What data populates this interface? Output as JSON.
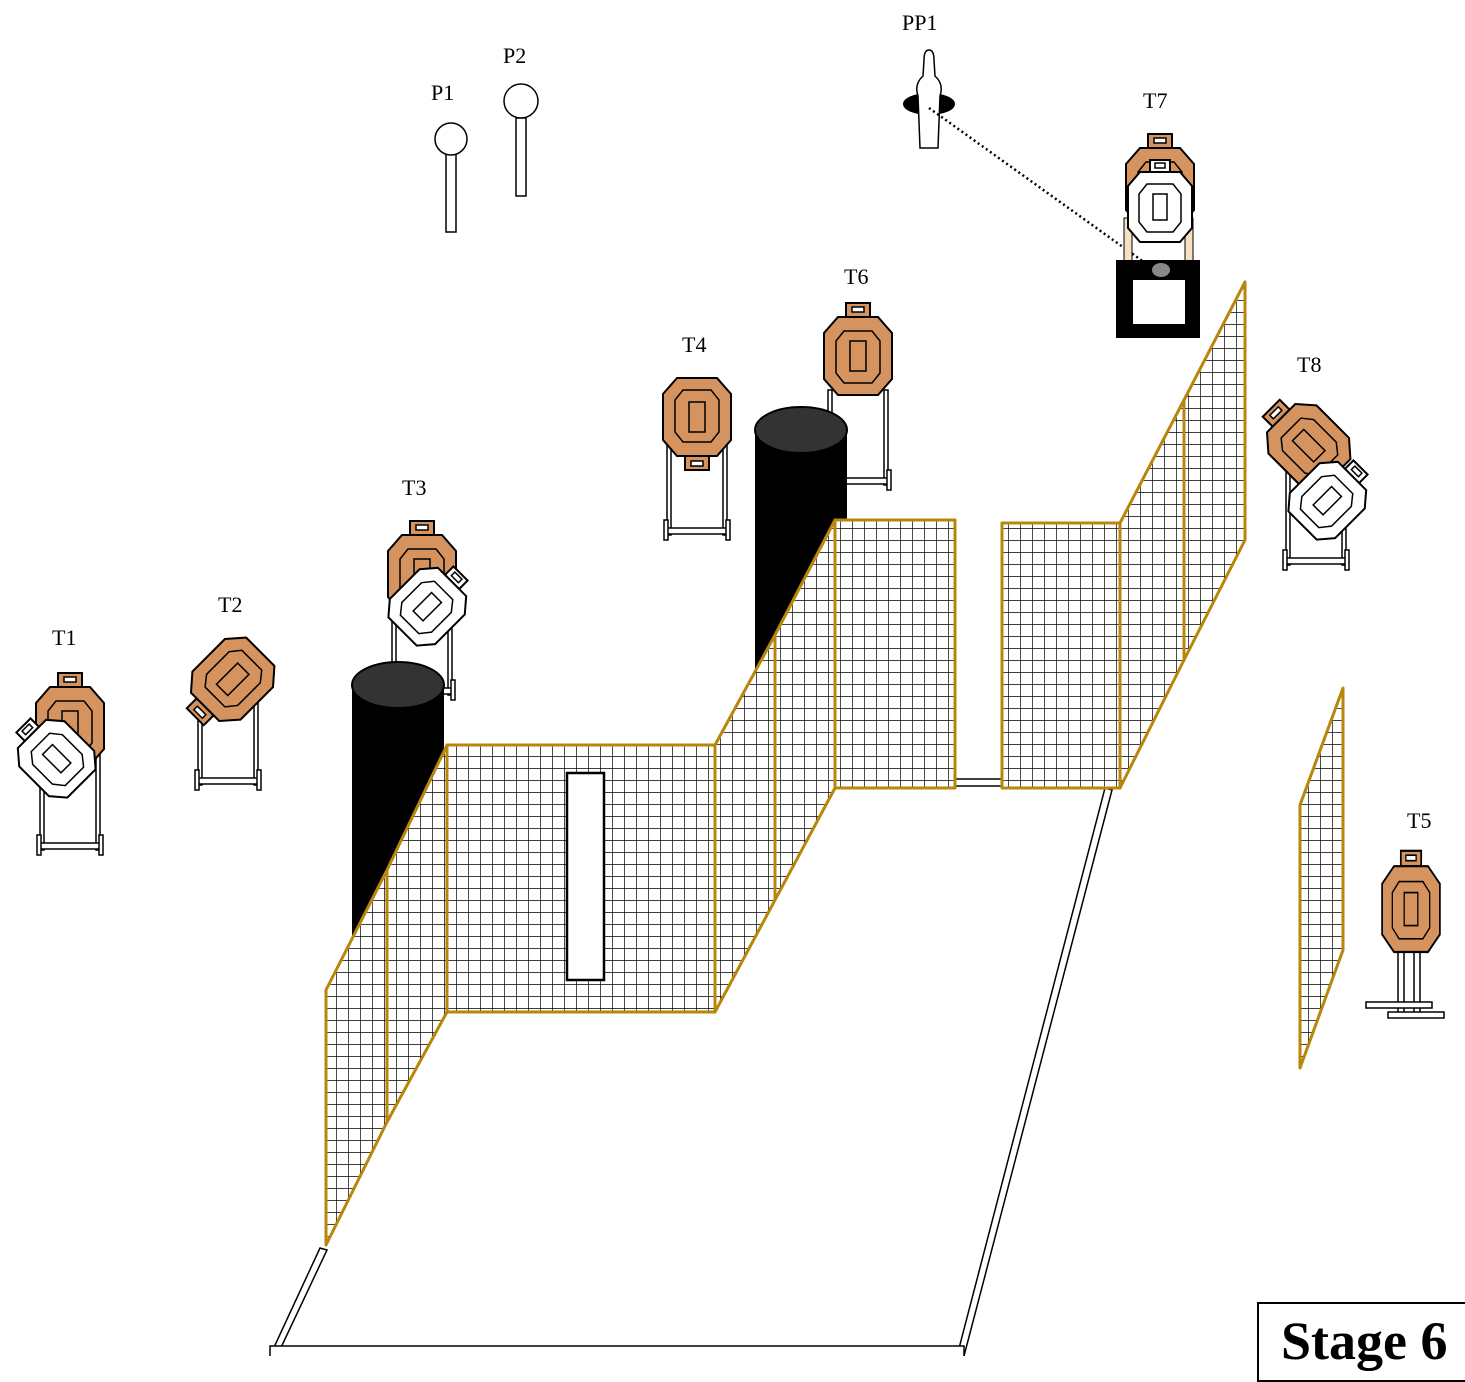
{
  "title": "Stage 6",
  "labels": {
    "T1": "T1",
    "T2": "T2",
    "T3": "T3",
    "T4": "T4",
    "T5": "T5",
    "T6": "T6",
    "T7": "T7",
    "T8": "T8",
    "P1": "P1",
    "P2": "P2",
    "PP1": "PP1"
  },
  "colors": {
    "target_tan": "#d4935f",
    "fence_gold": "#b8860b",
    "barrel": "#000000",
    "no_shoot": "#ffffff"
  },
  "icons": {
    "paper_target": "ipsc-cardboard-target-icon",
    "no_shoot": "no-shoot-target-icon",
    "popper": "popper-icon",
    "pepper_popper": "pepper-popper-icon",
    "barrel": "barrel-icon",
    "port": "window-port-icon"
  }
}
